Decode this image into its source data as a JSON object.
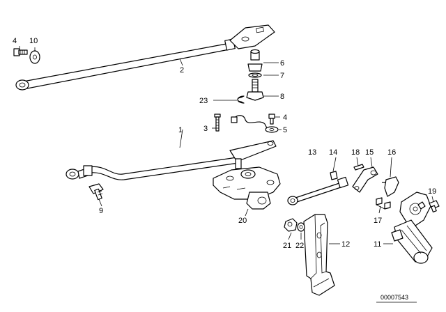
{
  "labels": [
    "1",
    "2",
    "3",
    "4",
    "5",
    "6",
    "7",
    "8",
    "9",
    "10",
    "11",
    "12",
    "13",
    "14",
    "15",
    "16",
    "17",
    "18",
    "19",
    "20",
    "21",
    "22",
    "23",
    "4"
  ],
  "drawing_number": "00007543",
  "colors": {
    "ink": "#000000",
    "paper": "#ffffff"
  }
}
